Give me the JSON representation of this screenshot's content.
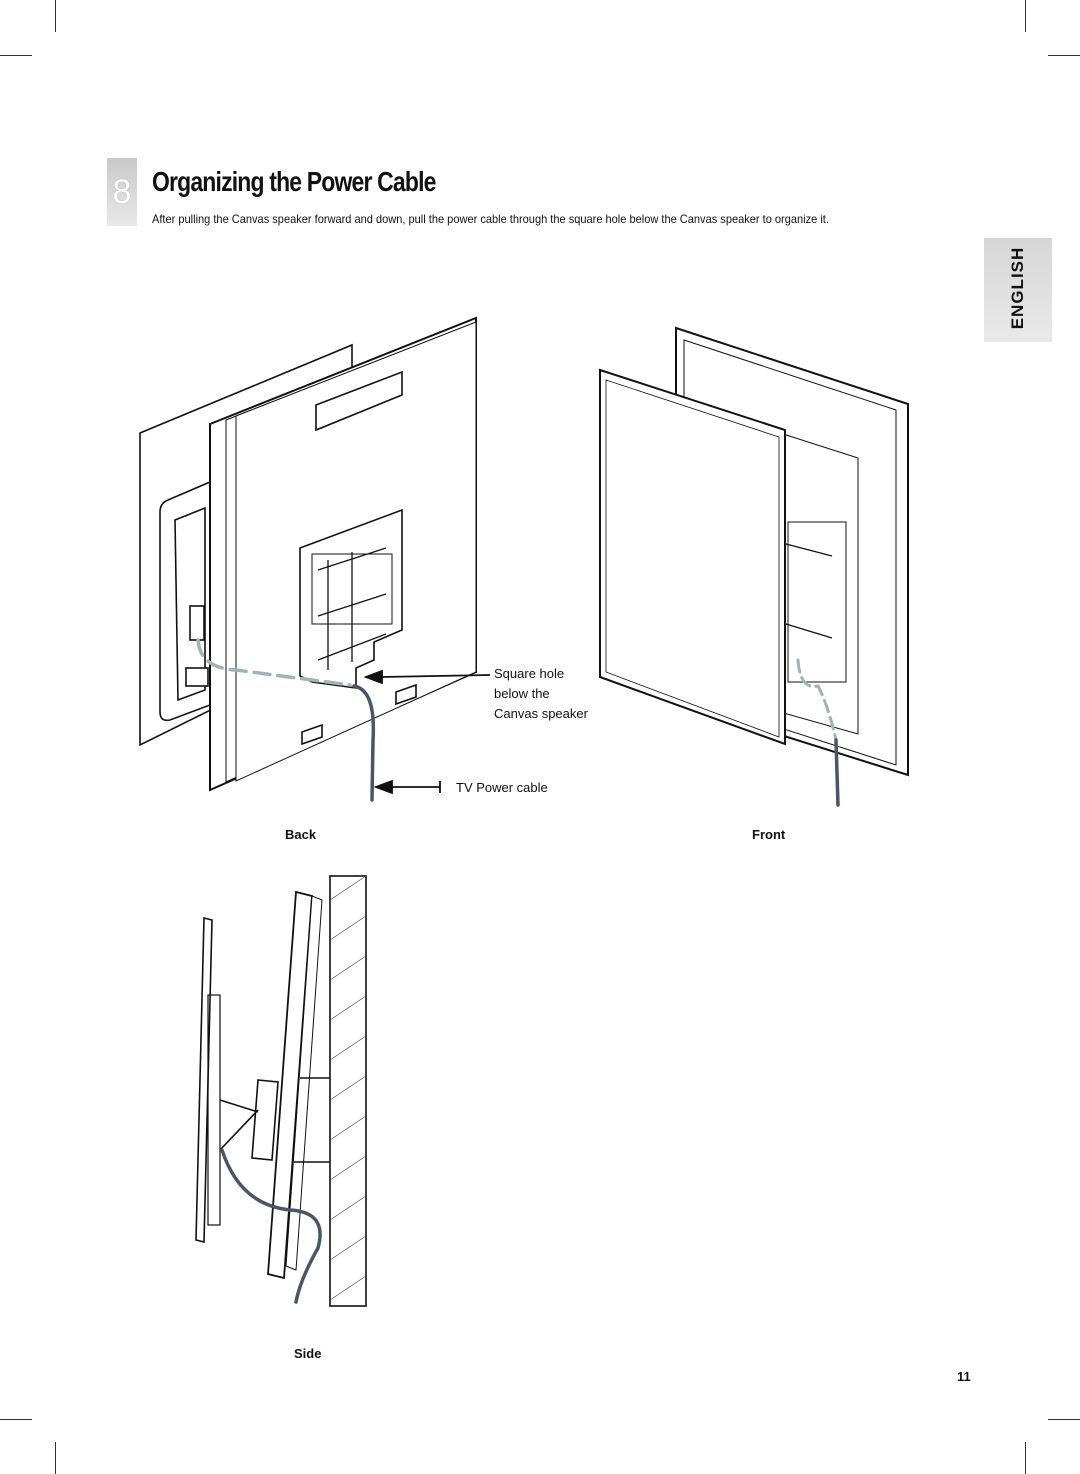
{
  "step": {
    "number": "8",
    "title": "Organizing the Power Cable"
  },
  "intro": "After pulling the Canvas speaker forward and down, pull the power cable through the square hole below the Canvas speaker to organize it.",
  "language_tab": "ENGLISH",
  "figure": {
    "callout_square_hole": [
      "Square hole",
      "below the",
      "Canvas speaker"
    ],
    "callout_power_cable": "TV Power cable",
    "views": {
      "back": "Back",
      "front": "Front",
      "side": "Side"
    }
  },
  "page_number": "11",
  "colors": {
    "tab_gray": "#dedede",
    "cable": "#4b5563",
    "cable_dashed": "#9fb4b4"
  }
}
